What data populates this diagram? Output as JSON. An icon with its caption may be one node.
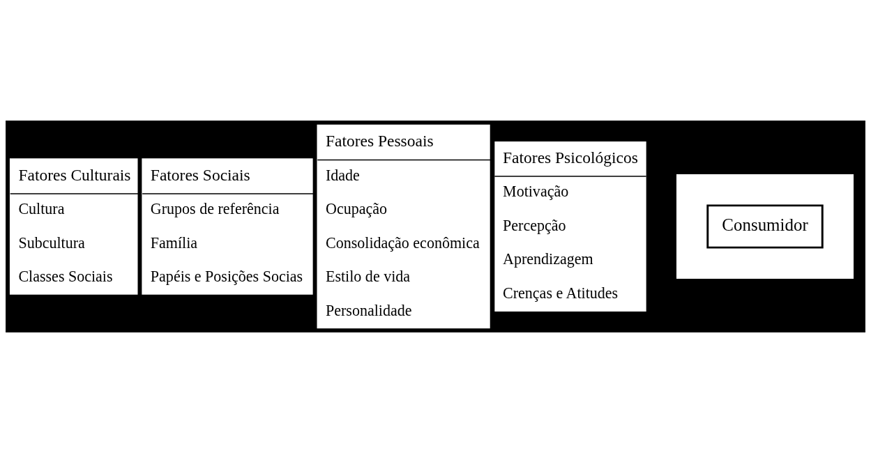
{
  "diagram": {
    "nodes": [
      {
        "text": [
          "Fatores Culturais",
          "Cultura",
          "Subcultura",
          "Classes Sociais"
        ]
      },
      {
        "text": [
          "Fatores Sociais",
          "Grupos de referência",
          "Família",
          "Papéis e Posições Socias"
        ]
      },
      {
        "text": [
          "Fatores Pessoais",
          "Idade",
          "Ocupação",
          "Consolidação econômica",
          "Estilo de vida",
          "Personalidade"
        ]
      },
      {
        "text": [
          "Fatores Psicológicos",
          "Motivação",
          "Percepção",
          "Aprendizagem",
          "Crenças e Atitudes"
        ]
      },
      {
        "text": [],
        "shape": "box"
      },
      {
        "text": [
          "Consumidor"
        ],
        "in": 4
      }
    ],
    "edges": []
  }
}
